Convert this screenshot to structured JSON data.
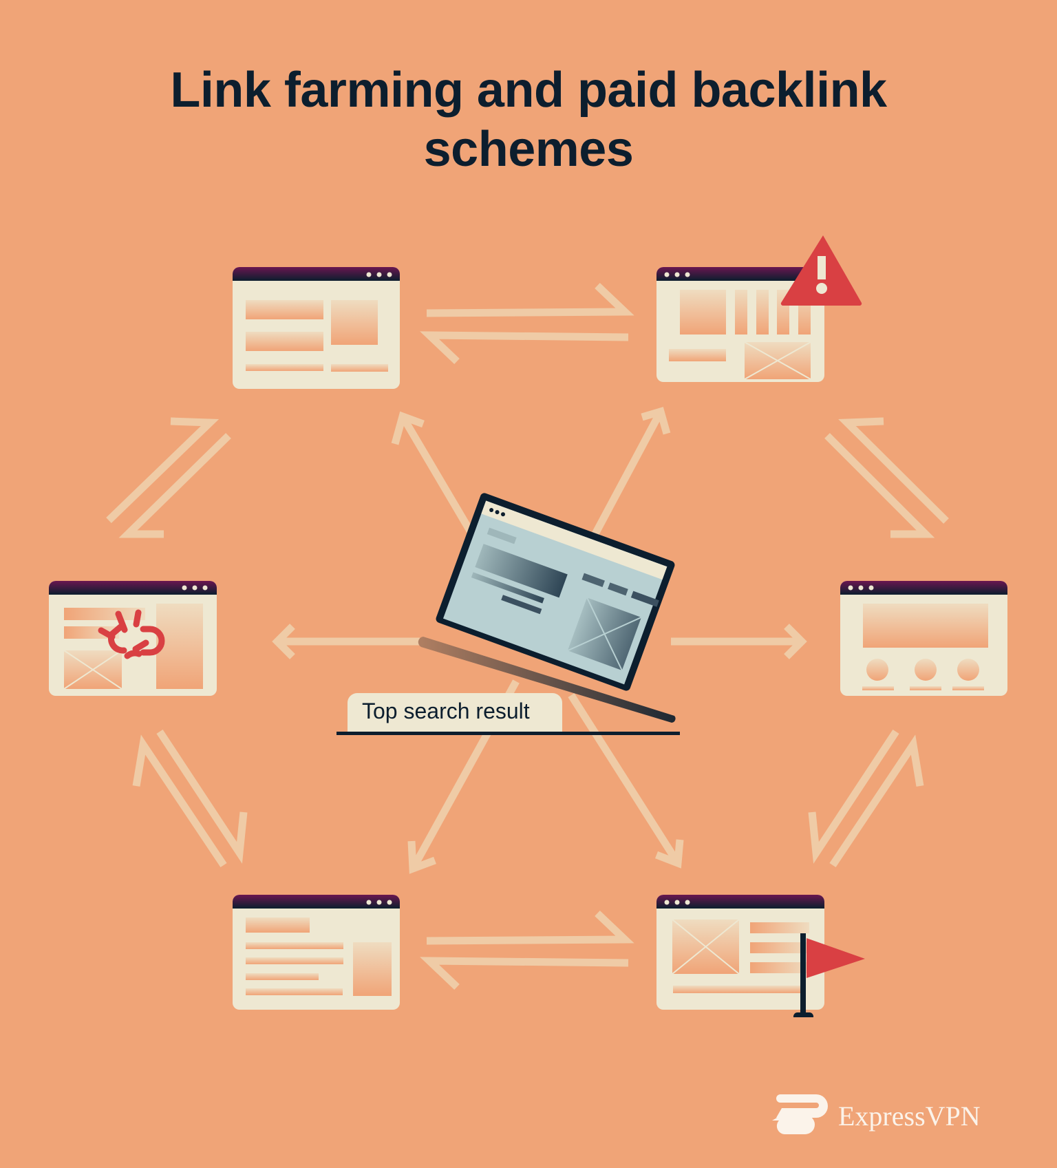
{
  "title": {
    "line1": "Link farming and paid backlink",
    "line2": "schemes"
  },
  "center": {
    "label": "Top search result",
    "icon": "laptop-icon"
  },
  "nodes": [
    {
      "id": "top-left",
      "icon": "browser-window-icon"
    },
    {
      "id": "top-right",
      "icon": "browser-window-icon",
      "badge": "warning-triangle-icon"
    },
    {
      "id": "middle-left",
      "icon": "browser-window-icon",
      "badge": "broken-link-icon"
    },
    {
      "id": "middle-right",
      "icon": "browser-window-icon"
    },
    {
      "id": "bottom-left",
      "icon": "browser-window-icon"
    },
    {
      "id": "bottom-right",
      "icon": "browser-window-icon",
      "badge": "red-flag-icon"
    }
  ],
  "brand": {
    "name": "ExpressVPN",
    "icon": "expressvpn-logo-icon"
  },
  "colors": {
    "background": "#f0a477",
    "title": "#0c1e2e",
    "window_body": "#eee8d2",
    "window_bar_top": "#6a1650",
    "window_bar_bottom": "#0c1e2e",
    "arrow": "#efcba6",
    "alert_red": "#d94043",
    "screen": "#b8d0d2"
  }
}
